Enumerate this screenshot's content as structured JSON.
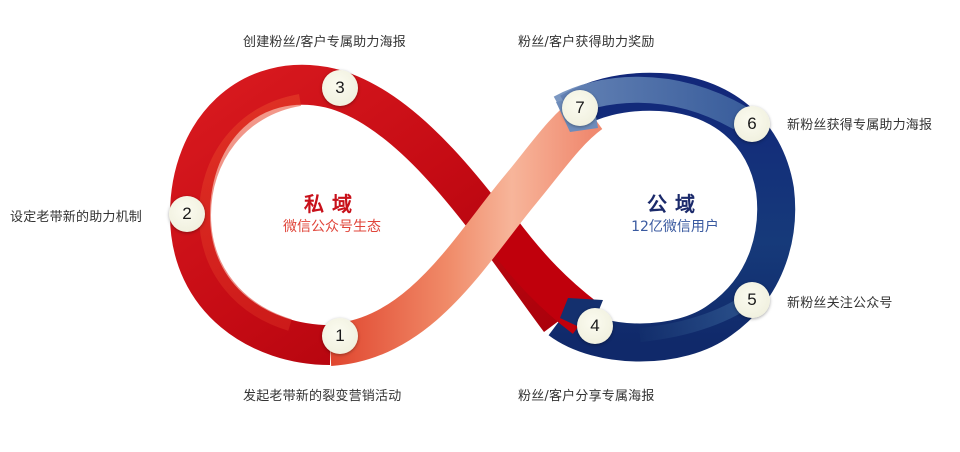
{
  "private_domain": {
    "title": "私域",
    "subtitle": "微信公众号生态",
    "title_color": "#c8101a",
    "subtitle_color": "#e0453a"
  },
  "public_domain": {
    "title": "公域",
    "subtitle": "12亿微信用户",
    "title_color": "#1b2a6b",
    "subtitle_color": "#3a5aa0"
  },
  "steps": [
    {
      "number": "1",
      "label": "发起老带新的裂变营销活动"
    },
    {
      "number": "2",
      "label": "设定老带新的助力机制"
    },
    {
      "number": "3",
      "label": "创建粉丝/客户专属助力海报"
    },
    {
      "number": "4",
      "label": "粉丝/客户分享专属海报"
    },
    {
      "number": "5",
      "label": "新粉丝关注公众号"
    },
    {
      "number": "6",
      "label": "新粉丝获得专属助力海报"
    },
    {
      "number": "7",
      "label": "粉丝/客户获得助力奖励"
    }
  ],
  "colors": {
    "red_dark": "#b5000c",
    "red": "#d7141c",
    "salmon": "#f4a58a",
    "navy": "#14306e",
    "steel_blue": "#5a7fb0"
  }
}
